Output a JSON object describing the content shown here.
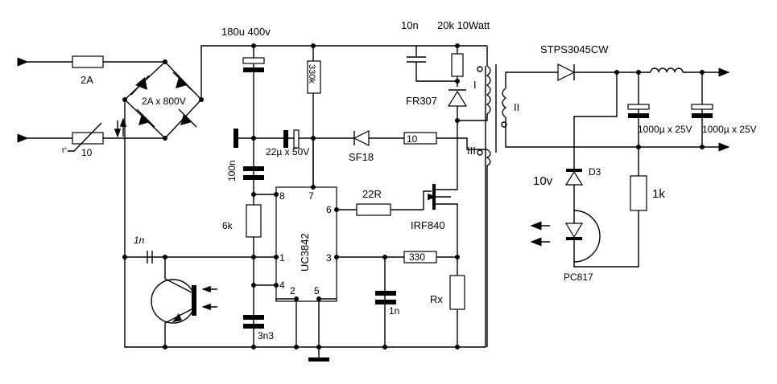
{
  "labels": {
    "fuse": "2A",
    "bridge": "2A x 800V",
    "ntc": "10",
    "bulk_cap": "180u 400v",
    "startup_res": "330k",
    "snub_cap": "10n",
    "snub_res": "20k 10Watt",
    "snub_diode": "FR307",
    "aux_cap": "22µ x 50V",
    "aux_diode": "SF18",
    "aux_res": "10",
    "vref_cap": "100n",
    "pin7": "7",
    "pin8": "8",
    "pin6": "6",
    "pin1": "1",
    "pin4": "4",
    "pin3": "3",
    "pin2": "2",
    "pin5": "5",
    "ic": "UC3842",
    "gate_res": "22R",
    "mosfet": "IRF840",
    "rt": "6k",
    "ct": "3n3",
    "fb_cap": "1n",
    "cs_res": "330",
    "cs_cap": "1n",
    "rsense": "Rx",
    "output_diode": "STPS3045CW",
    "out_cap1": "1000µ x 25V",
    "out_cap2": "1000µ x 25V",
    "zener_value": "10v",
    "zener": "D3",
    "fb_res": "1k",
    "opto": "PC817",
    "winding_I": "I",
    "winding_II": "II",
    "winding_III": "III"
  }
}
